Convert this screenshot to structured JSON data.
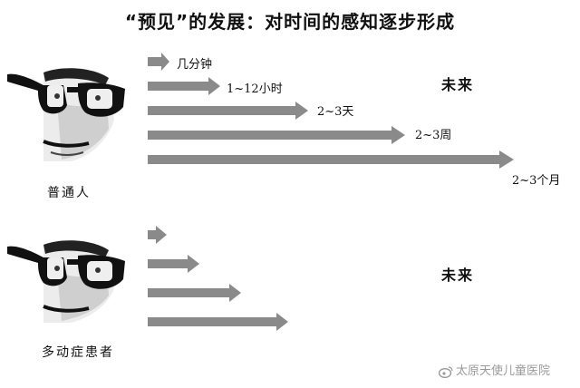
{
  "title": "“预见”的发展：对时间的感知逐步形成",
  "groups": [
    {
      "caption": "普通人",
      "future_label": "未来",
      "arrows": [
        {
          "label": "几分钟"
        },
        {
          "label": "1~12小时"
        },
        {
          "label": "2~3天"
        },
        {
          "label": "2~3周"
        },
        {
          "label": "2~3个月"
        }
      ]
    },
    {
      "caption": "多动症患者",
      "future_label": "未来",
      "arrows": [
        {
          "label": ""
        },
        {
          "label": ""
        },
        {
          "label": ""
        },
        {
          "label": ""
        }
      ]
    }
  ],
  "watermark": "太原天使儿童医院",
  "icons": {
    "face": "face-with-glasses-icon",
    "watermark": "weibo-icon"
  },
  "colors": {
    "arrow": "#8a8a8a",
    "text": "#111111",
    "watermark": "#9a9a9a"
  }
}
